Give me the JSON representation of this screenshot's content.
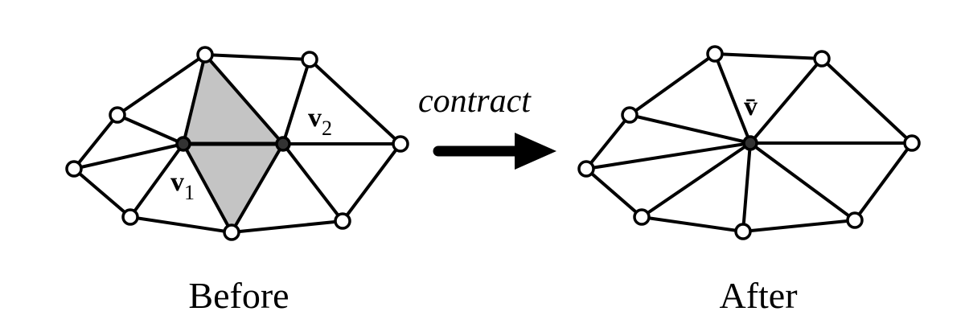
{
  "labels": {
    "before": "Before",
    "after": "After",
    "operation": "contract",
    "v1_base": "v",
    "v1_sub": "1",
    "v2_base": "v",
    "v2_sub": "2",
    "vbar": "v̄"
  },
  "colors": {
    "stroke": "#000000",
    "shade": "#c4c4c4",
    "dark_vertex": "#333333",
    "open_vertex": "#ffffff"
  }
}
